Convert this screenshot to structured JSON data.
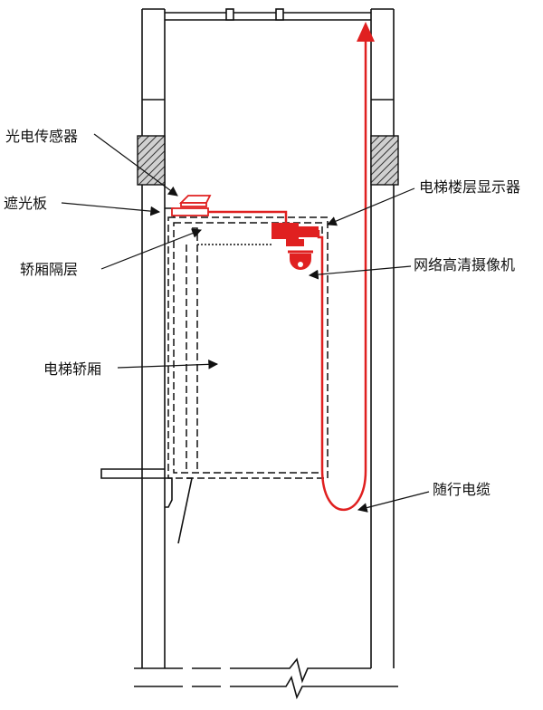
{
  "labels": {
    "photo_sensor": "光电传感器",
    "light_shield": "遮光板",
    "car_interlayer": "轿厢隔层",
    "elevator_car": "电梯轿厢",
    "floor_display": "电梯楼层显示器",
    "hd_camera": "网络高清摄像机",
    "traveling_cable": "随行电缆"
  },
  "colors": {
    "structure": "#111111",
    "cable": "#e02020",
    "hatch_fill": "#c8c8c8"
  }
}
